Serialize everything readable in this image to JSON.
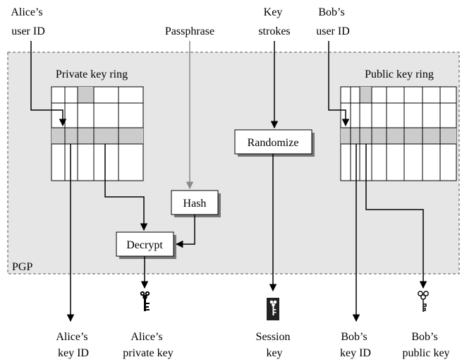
{
  "region_label": "PGP",
  "inputs": {
    "alice_user_id": [
      "Alice’s",
      "user ID"
    ],
    "passphrase": [
      "Passphrase"
    ],
    "key_strokes": [
      "Key",
      "strokes"
    ],
    "bob_user_id": [
      "Bob’s",
      "user ID"
    ]
  },
  "rings": {
    "private_title": "Private key ring",
    "public_title": "Public key ring"
  },
  "boxes": {
    "hash": "Hash",
    "decrypt": "Decrypt",
    "randomize": "Randomize"
  },
  "outputs": {
    "alice_key_id": [
      "Alice’s",
      "key ID"
    ],
    "alice_private_key": [
      "Alice’s",
      "private key"
    ],
    "session_key": [
      "Session",
      "key"
    ],
    "bob_key_id": [
      "Bob’s",
      "key ID"
    ],
    "bob_public_key": [
      "Bob’s",
      "public key"
    ]
  },
  "icons": [
    "key-icon",
    "key-icon",
    "key-icon"
  ],
  "colors": {
    "region_fill": "#e6e6e6",
    "highlight": "#cccccc",
    "passphrase_arrow": "#8a8a8a",
    "line": "#000000"
  }
}
